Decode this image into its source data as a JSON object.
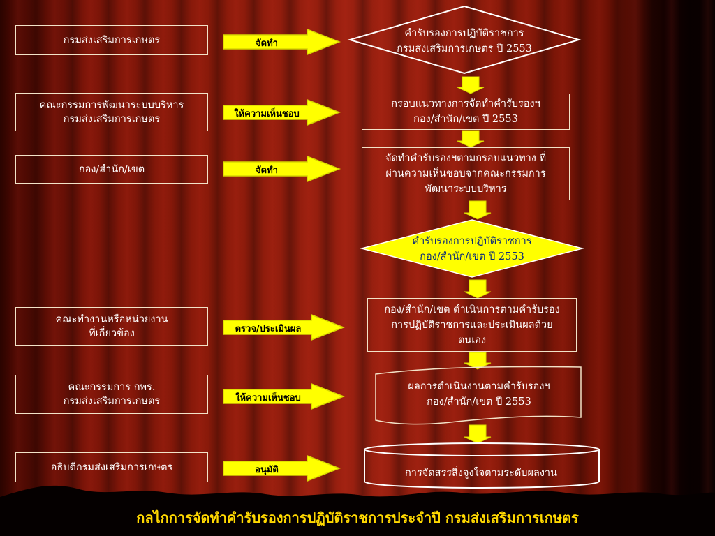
{
  "left_boxes": [
    {
      "text": "กรมส่งเสริมการเกษตร"
    },
    {
      "text": "คณะกรรมการพัฒนาระบบบริหาร\nกรมส่งเสริมการเกษตร"
    },
    {
      "text": "กอง/สำนัก/เขต"
    },
    {
      "text": "คณะทำงานหรือหน่วยงาน\nที่เกี่ยวข้อง"
    },
    {
      "text": "คณะกรรมการ กพร.\nกรมส่งเสริมการเกษตร"
    },
    {
      "text": "อธิบดีกรมส่งเสริมการเกษตร"
    }
  ],
  "arrows": [
    {
      "label": "จัดทำ"
    },
    {
      "label": "ให้ความเห็นชอบ"
    },
    {
      "label": "จัดทำ"
    },
    {
      "label": "ตรวจ/ประเมินผล"
    },
    {
      "label": "ให้ความเห็นชอบ"
    },
    {
      "label": "อนุมัติ"
    }
  ],
  "flow": {
    "step1": "คำรับรองการปฏิบัติราชการ\nกรมส่งเสริมการเกษตร ปี 2553",
    "step2": "กรอบแนวทางการจัดทำคำรับรองฯ\nกอง/สำนัก/เขต ปี 2553",
    "step3": "จัดทำคำรับรองฯตามกรอบแนวทาง ที่\nผ่านความเห็นชอบจากคณะกรรมการ\nพัฒนาระบบบริหาร",
    "step4": "คำรับรองการปฏิบัติราชการ\nกอง/สำนัก/เขต ปี 2553",
    "step5": "กอง/สำนัก/เขต ดำเนินการตามคำรับรอง\nการปฏิบัติราชการและประเมินผลด้วย\nตนเอง",
    "step6": "ผลการดำเนินงานตามคำรับรองฯ\nกอง/สำนัก/เขต ปี 2553",
    "step7": "การจัดสรรสิ่งจูงใจตามระดับผลงาน"
  },
  "footer_title": "กลไกการจัดทำคำรับรองการปฏิบัติราชการประจำปี กรมส่งเสริมการเกษตร",
  "colors": {
    "arrow_fill": "#ffff00",
    "arrow_stroke": "#d8d800",
    "box_border": "#f3e3c8",
    "title": "#ffd800",
    "diamond2_text": "#0a2a7a"
  }
}
